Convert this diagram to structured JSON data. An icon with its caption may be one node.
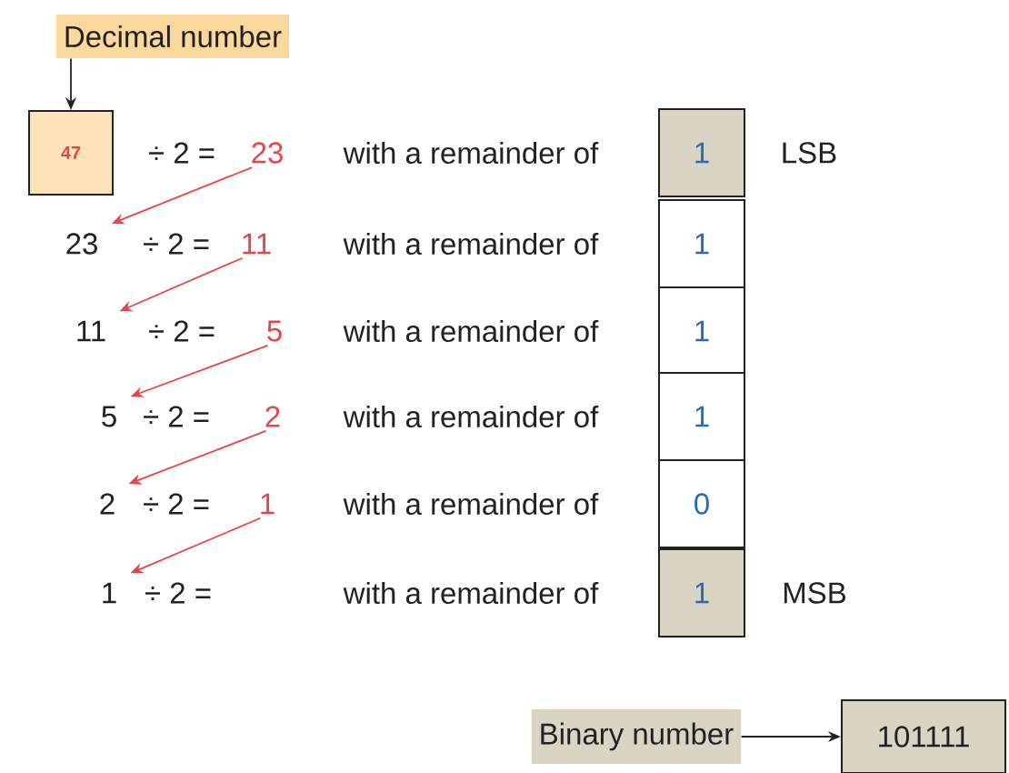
{
  "diagram": {
    "nodes": [
      {
        "text": [
          "Decimal number"
        ]
      },
      {
        "text": [
          "47"
        ]
      },
      {
        "text": [
          "23"
        ]
      },
      {
        "text": [
          "23"
        ]
      },
      {
        "text": [
          "11"
        ]
      },
      {
        "text": [
          "11"
        ]
      },
      {
        "text": [
          "5"
        ]
      },
      {
        "text": [
          "5"
        ]
      },
      {
        "text": [
          "2"
        ]
      },
      {
        "text": [
          "2"
        ]
      },
      {
        "text": [
          "1"
        ]
      },
      {
        "text": [
          "1"
        ]
      },
      {
        "text": [
          "1"
        ]
      },
      {
        "text": [
          "1"
        ]
      },
      {
        "text": [
          "1"
        ]
      },
      {
        "text": [
          "1"
        ]
      },
      {
        "text": [
          "0"
        ]
      },
      {
        "text": [
          "1"
        ]
      },
      {
        "text": [
          "Binary number"
        ]
      },
      {
        "text": [
          "101111"
        ]
      }
    ],
    "edges": [
      {
        "from": 0,
        "to": 1,
        "arrow": "to",
        "color": "#222222"
      },
      {
        "from": 2,
        "to": 3,
        "arrow": "to",
        "color": "#e8454a"
      },
      {
        "from": 4,
        "to": 5,
        "arrow": "to",
        "color": "#e8454a"
      },
      {
        "from": 6,
        "to": 7,
        "arrow": "to",
        "color": "#e8454a"
      },
      {
        "from": 8,
        "to": 9,
        "arrow": "to",
        "color": "#e8454a"
      },
      {
        "from": 10,
        "to": 11,
        "arrow": "to",
        "color": "#e8454a"
      },
      {
        "from": 18,
        "to": 19,
        "arrow": "to",
        "color": "#222222"
      }
    ],
    "labels": [
      "÷ 2 =",
      "with a remainder of",
      "LSB",
      "÷ 2 =",
      "with a remainder of",
      "÷ 2 =",
      "with a remainder of",
      "÷ 2 =",
      "with a remainder of",
      "÷ 2 =",
      "with a remainder of",
      "÷ 2 =",
      "with a remainder of",
      "MSB"
    ]
  }
}
